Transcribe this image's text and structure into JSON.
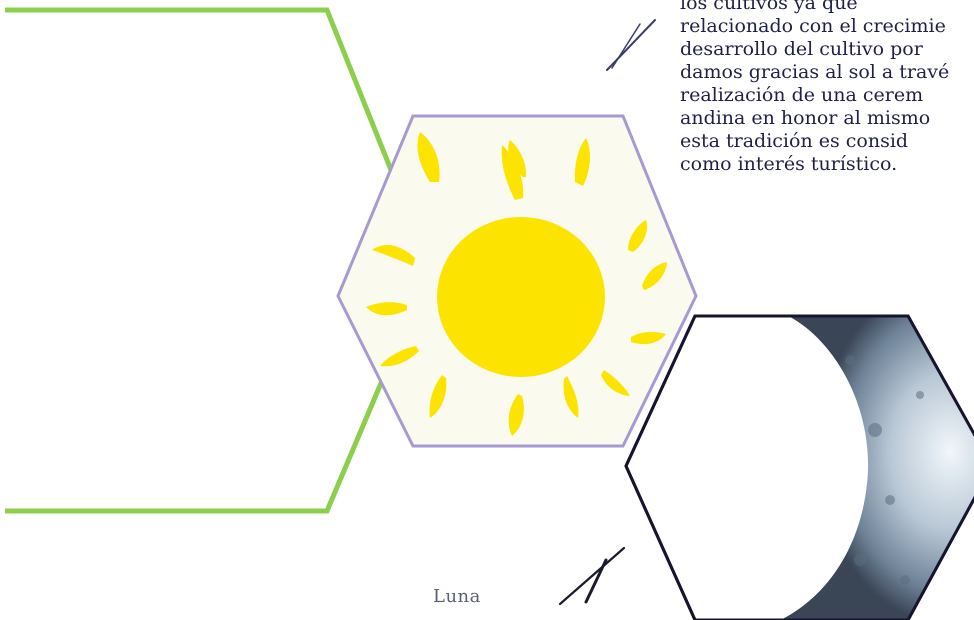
{
  "article": {
    "lines": [
      "los    cultivos    ya    que",
      "relacionado con el crecimie",
      "desarrollo del cultivo por",
      "damos gracias al sol a travé",
      "realización  de  una  cerem",
      "andina en honor al mismo",
      "esta   tradición   es   consid",
      "como interés turístico."
    ]
  },
  "images": {
    "sun": "sun-illustration",
    "moon": "crescent-moon-photo"
  },
  "captions": {
    "moon": "Luna"
  },
  "colors": {
    "frame_green": "#8ccf4d",
    "hex_purple": "#a79ad2",
    "hex_dark": "#16142e",
    "sun_yellow": "#fde300",
    "text": "#1f1f4a"
  }
}
